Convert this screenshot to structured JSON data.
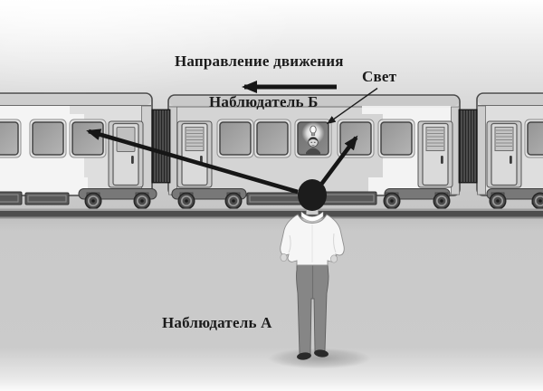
{
  "diagram": {
    "labels": {
      "direction_of_motion": "Направление движения",
      "light": "Свет",
      "observer_b": "Наблюдатель Б",
      "observer_a": "Наблюдатель А"
    },
    "train": {
      "visible_cars": 3,
      "direction_of_motion": "left"
    },
    "colors": {
      "background_top": "#fdfdfd",
      "background_mid": "#c6c6c6",
      "ground": "#c9c9c9",
      "car_body": "#dedede",
      "car_body_middle": "#d4d4d4",
      "car_highlight": "#f5f5f5",
      "window_glass": "#9a9a9a",
      "outline": "#4a4a4a",
      "arrow_black": "#161616",
      "accordion_dark": "#242424",
      "rail_dark": "#4e4e4e",
      "shirt_white": "#f6f6f6",
      "trousers_gray": "#868686"
    }
  }
}
